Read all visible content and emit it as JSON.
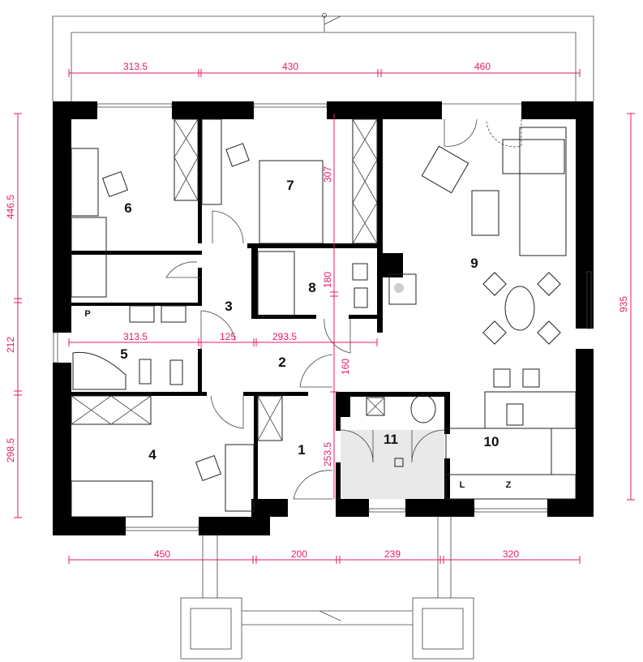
{
  "rooms": [
    "1",
    "2",
    "3",
    "4",
    "5",
    "6",
    "7",
    "8",
    "9",
    "10",
    "11"
  ],
  "fixture_labels": {
    "pantry": "P",
    "fridge": "L",
    "freezer": "Z"
  },
  "dimensions": {
    "top": [
      "313.5",
      "430",
      "460"
    ],
    "middle": [
      "313.5",
      "125",
      "293.5"
    ],
    "bottom": [
      "450",
      "200",
      "239",
      "320"
    ],
    "left": [
      "446.5",
      "212",
      "298.5"
    ],
    "right": "935",
    "interior": {
      "room7_height": "307",
      "room8_height": "180",
      "hall_height": "160",
      "room11_height": "253.5"
    }
  },
  "colors": {
    "walls": "#000000",
    "dimension_lines": "#e8196b",
    "utility_room_fill": "#e8e9e8"
  }
}
